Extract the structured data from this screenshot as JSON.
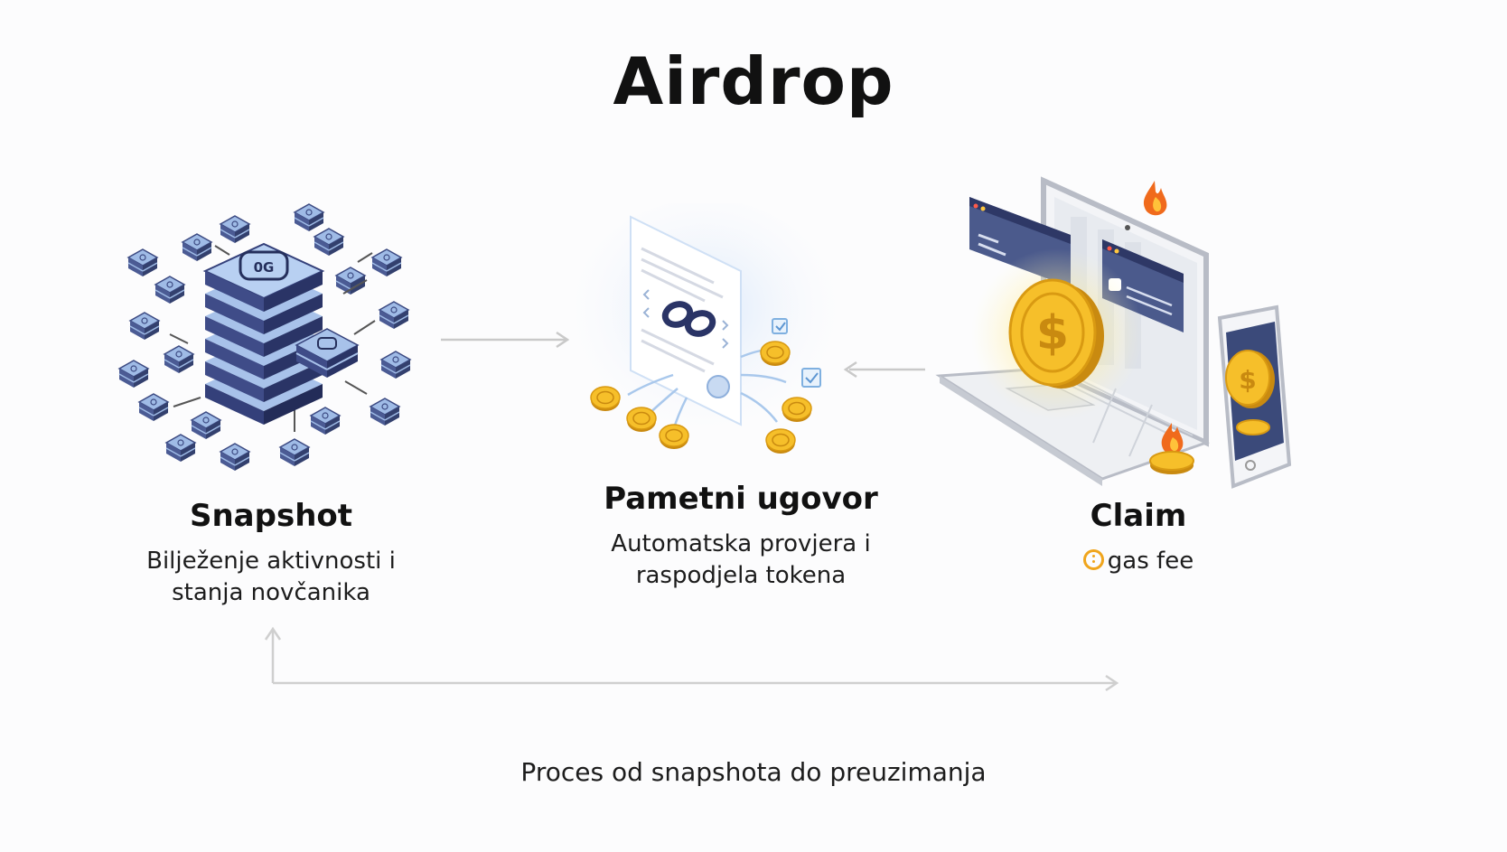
{
  "title": "Airdrop",
  "steps": [
    {
      "title": "Snapshot",
      "desc_line1": "Bilježenje aktivnosti i",
      "desc_line2": "stanja novčanika"
    },
    {
      "title": "Pametni ugovor",
      "desc_line1": "Automatska provjera i",
      "desc_line2": "raspodjela tokena"
    },
    {
      "title": "Claim",
      "desc_line1": "gas fee",
      "desc_icon": "gas-coin-icon"
    }
  ],
  "caption": "Proces od snapshota do preuzimanja",
  "server_label": "0G",
  "colors": {
    "accent_blue": "#4a5a90",
    "light_blue": "#b9d2f2",
    "coin_gold": "#f3b320",
    "flame": "#f06a1c",
    "arrow_gray": "#c9c9c9"
  },
  "icons": [
    "server-stack-icon",
    "data-cube-icon",
    "contract-document-icon",
    "chain-link-icon",
    "coin-icon",
    "laptop-icon",
    "phone-icon",
    "wallet-card-icon",
    "flame-icon"
  ]
}
